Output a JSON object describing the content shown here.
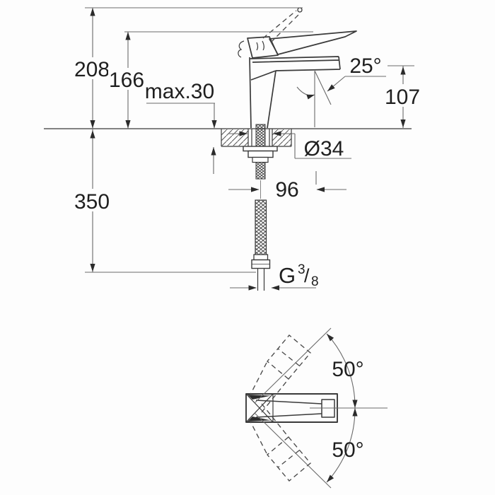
{
  "title": "Faucet technical dimension drawing",
  "colors": {
    "background": "#fdfdfd",
    "object_line": "#3a3a3a",
    "dimension_line": "#6a6a6a",
    "text": "#1f1f1f"
  },
  "side_view": {
    "overall_height": "208",
    "lever_tip_height": "166",
    "max_mounting_thickness": "max.30",
    "spout_angle": "25°",
    "spout_outlet_height": "107",
    "mounting_hole_diameter": "Ø34",
    "spout_reach": "96",
    "hose_length": "350",
    "thread": {
      "letter": "G",
      "numerator": "3",
      "slash": "/",
      "denominator": "8"
    }
  },
  "top_view": {
    "lever_swivel_up": "50°",
    "lever_swivel_down": "50°"
  }
}
